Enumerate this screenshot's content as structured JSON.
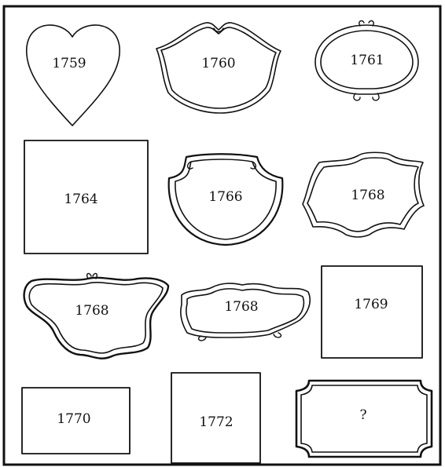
{
  "labels": {
    "f1759": "1759",
    "f1760": "1760",
    "f1761": "1761",
    "f1764": "1764",
    "f1766": "1766",
    "f1768a": "1768",
    "f1768b": "1768",
    "f1768c": "1768",
    "f1769": "1769",
    "f1770": "1770",
    "f1772": "1772",
    "fq": "?"
  }
}
